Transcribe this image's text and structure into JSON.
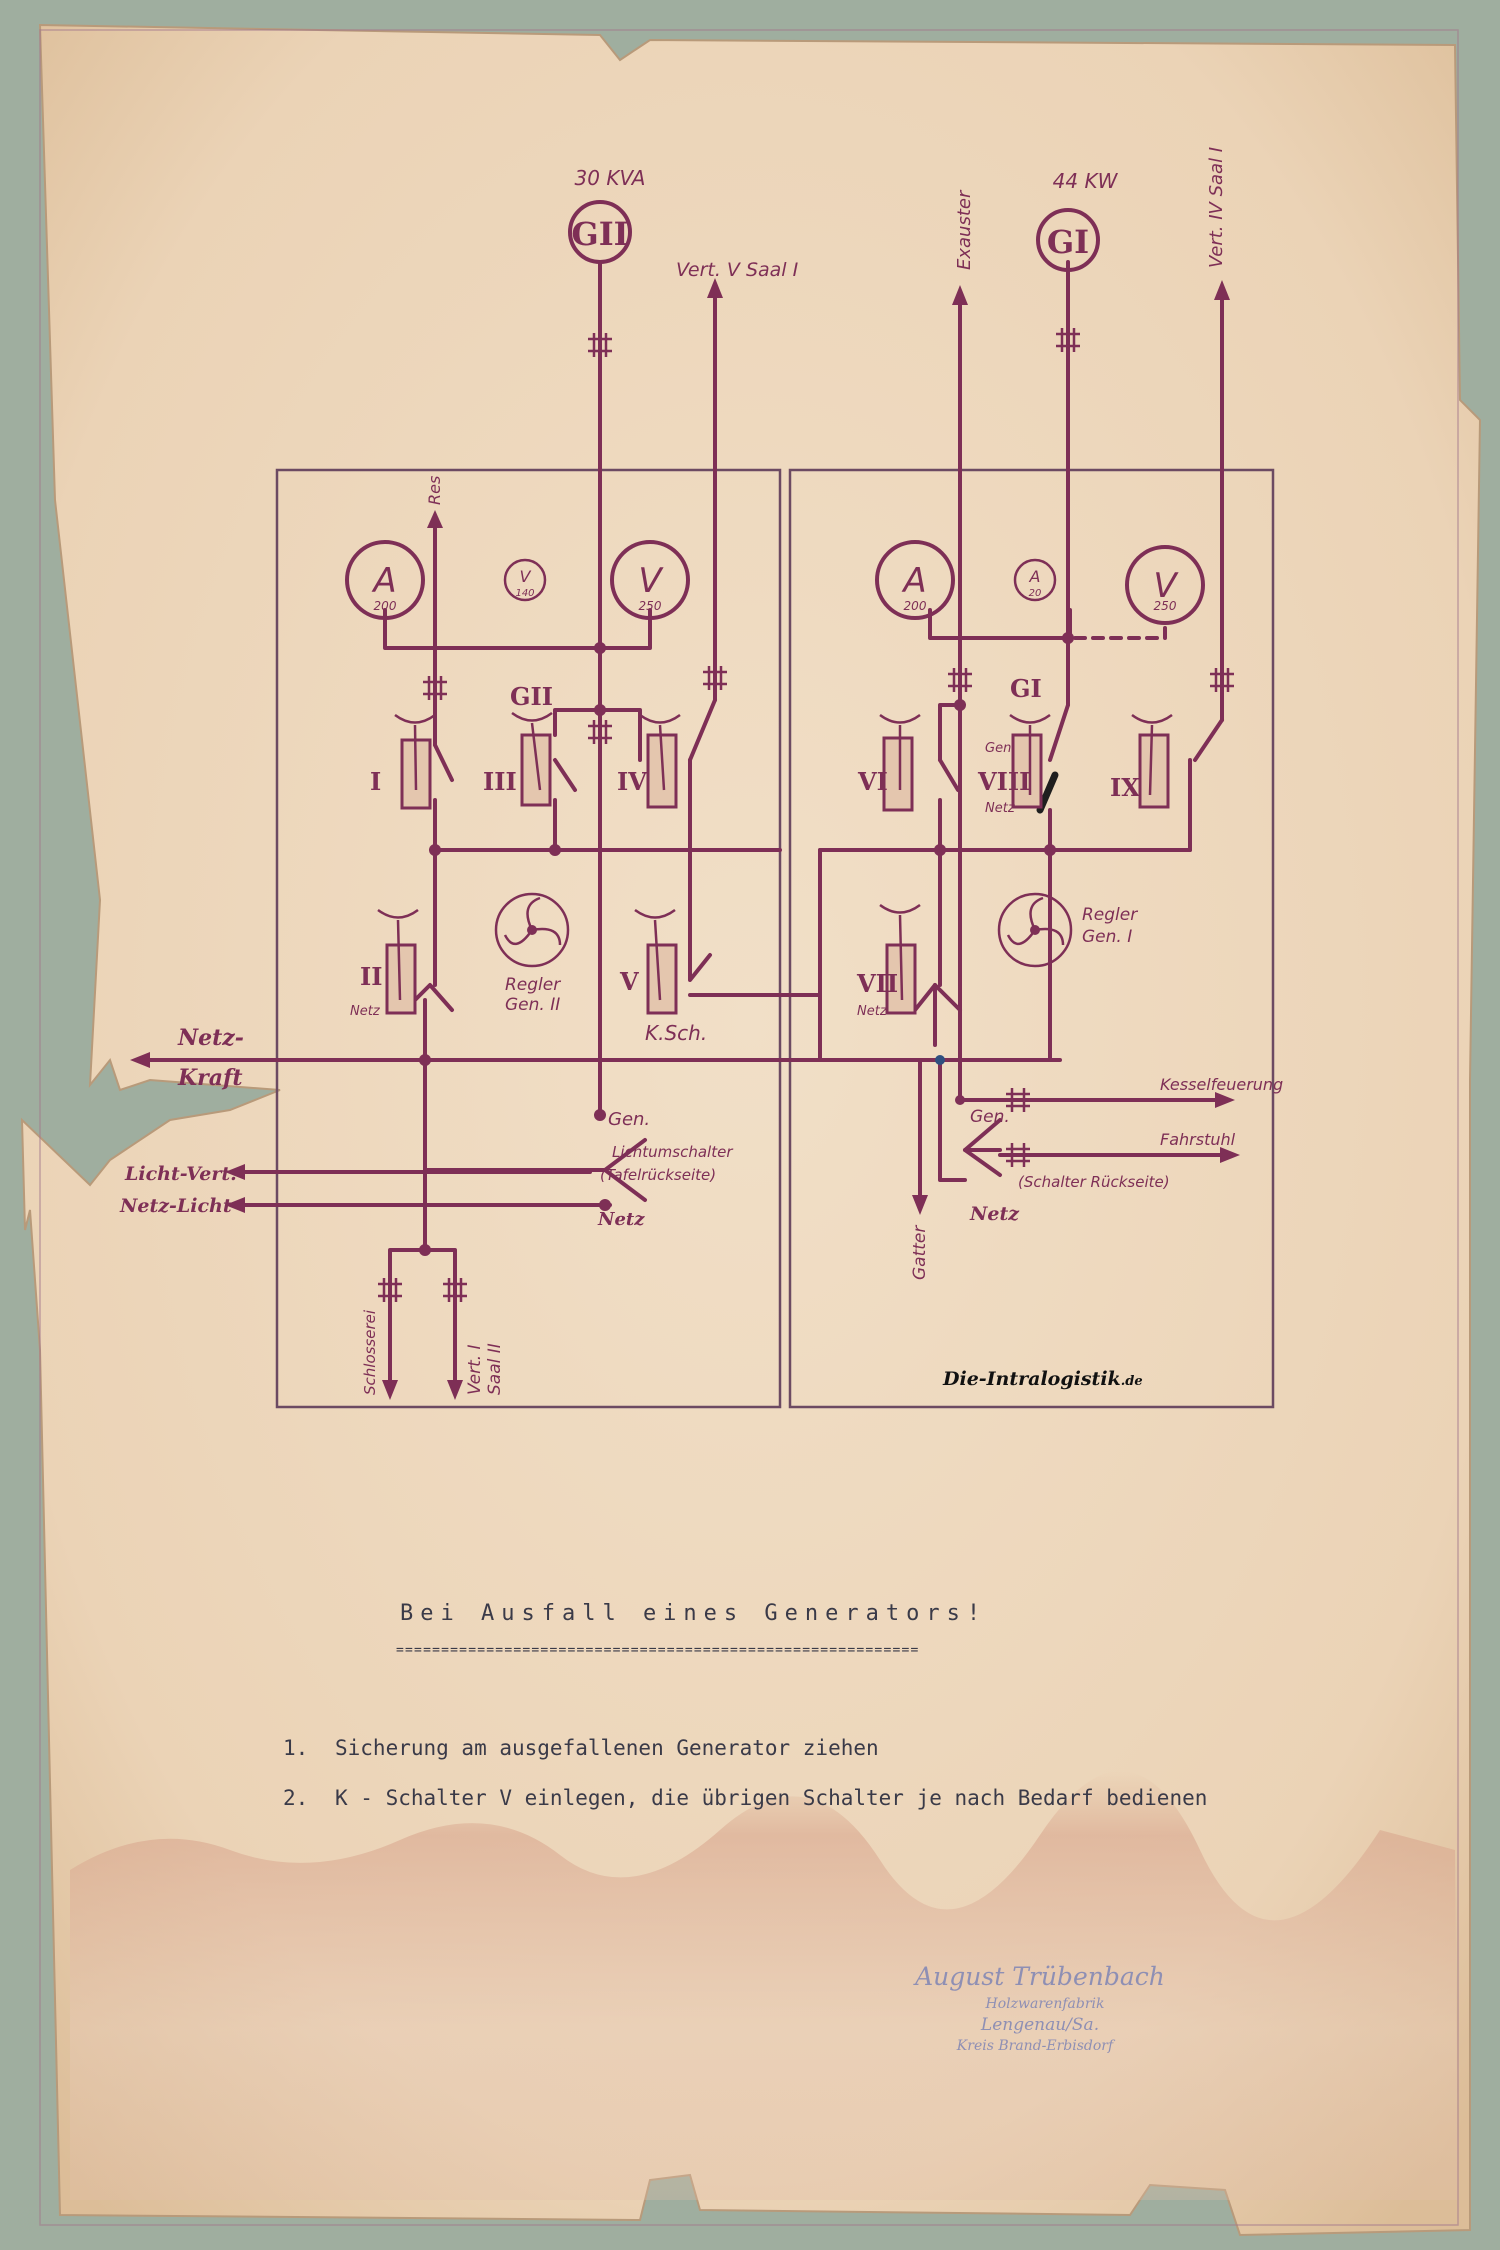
{
  "diagram": {
    "generators": {
      "g2": {
        "symbol": "GII",
        "rating": "30 KVA"
      },
      "g1": {
        "symbol": "GI",
        "rating": "44 KW"
      }
    },
    "feeders_top": {
      "vert5": "Vert. V Saal I",
      "exauster": "Exauster",
      "vert4": "Vert. IV Saal I",
      "res": "Res"
    },
    "meters": {
      "a_left": {
        "sym": "A",
        "val": "200"
      },
      "v_small_left": {
        "sym": "V",
        "val": "140"
      },
      "v_left": {
        "sym": "V",
        "val": "250"
      },
      "a_right": {
        "sym": "A",
        "val": "200"
      },
      "a_small_right": {
        "sym": "A",
        "val": "20"
      },
      "v_right": {
        "sym": "V",
        "val": "250"
      }
    },
    "switches": {
      "s1": "I",
      "s2": "II",
      "s3": "III",
      "s4": "IV",
      "s5": "V",
      "s6": "VI",
      "s7": "VII",
      "s8": "VIII",
      "s9": "IX"
    },
    "labels": {
      "gii_bus": "GII",
      "gi_bus": "GI",
      "netz_s2": "Netz",
      "netz_s7": "Netz",
      "gen_s8": "Gen.",
      "netz_s8": "Netz",
      "regler2": "Regler",
      "regler2b": "Gen. II",
      "regler1": "Regler",
      "regler1b": "Gen. I",
      "ksch": "K.Sch.",
      "netz_kraft_1": "Netz-",
      "netz_kraft_2": "Kraft",
      "gen_left": "Gen.",
      "lichtumschalter": "Lichtumschalter",
      "tafelrueckseite": "(Tafelrückseite)",
      "netz_left": "Netz",
      "licht_vert": "Licht-Vert.",
      "netz_licht": "Netz-Licht",
      "schlosserei": "Schlosserei",
      "vert1": "Vert. I",
      "saal2": "Saal II",
      "gen_right": "Gen.",
      "kesselfeuerung": "Kesselfeuerung",
      "fahrstuhl": "Fahrstuhl",
      "schalterrueckseite": "(Schalter Rückseite)",
      "netz_right": "Netz",
      "gatter": "Gatter"
    },
    "watermark": {
      "main": "Die-Intralogistik",
      "tld": ".de"
    }
  },
  "instructions": {
    "heading": "Bei Ausfall eines Generators!",
    "underline": "==========================================================",
    "items": [
      {
        "num": "1.",
        "text": "Sicherung am ausgefallenen Generator ziehen"
      },
      {
        "num": "2.",
        "text": "K - Schalter V einlegen, die übrigen Schalter je nach Bedarf bedienen"
      }
    ]
  },
  "stamp": {
    "line1": "August Trübenbach",
    "line2": "Holzwarenfabrik",
    "line3": "Lengenau/Sa.",
    "line4": "Kreis Brand-Erbisdorf"
  },
  "colors": {
    "ink": "#7e2f56",
    "paper": "#efdcc3",
    "background": "#9fae9f",
    "stamp": "#8e8fb4"
  }
}
